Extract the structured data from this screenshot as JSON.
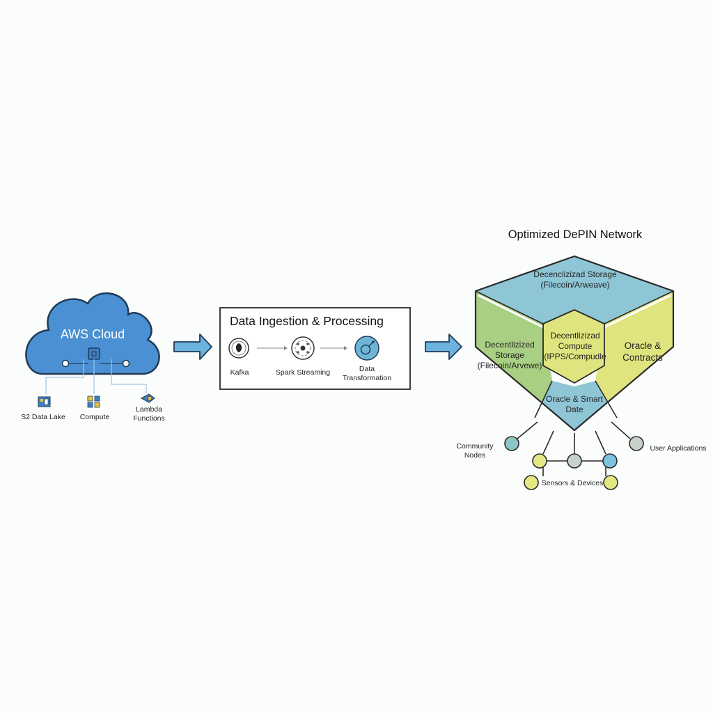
{
  "aws": {
    "title": "AWS Cloud",
    "services": [
      {
        "label": "S2 Data Lake",
        "icon": "storage-icon"
      },
      {
        "label": "Compute",
        "icon": "compute-grid-icon"
      },
      {
        "label": "Lambda\nFunctions",
        "icon": "lambda-icon"
      }
    ]
  },
  "ingestion": {
    "title": "Data Ingestion & Processing",
    "steps": [
      {
        "label": "Kafka",
        "icon": "kafka-icon"
      },
      {
        "label": "Spark Streaming",
        "icon": "spark-icon"
      },
      {
        "label": "Data\nTransformation",
        "icon": "transformation-icon"
      }
    ]
  },
  "network": {
    "title": "Optimized DePIN Network",
    "segments": {
      "top": "Decenclizizad Storage\n(Filecoin/Arweave)",
      "left": "Decentlizized\nStorage\n(Filecoin/Arvewe)",
      "center": "Decentlizizad\nCompute\n(IPPS/Compudle",
      "right": "Oracle &\nContracts",
      "bottom": "Oracle & Smart\nDate"
    },
    "node_labels": {
      "community": "Community\nNodes",
      "user_apps": "User Applications",
      "sensors": "Sensors & Devices"
    }
  },
  "colors": {
    "cloud_fill": "#4a90d2",
    "arrow_fill": "#6bb3de",
    "hex_blue": "#8ec6d6",
    "hex_green": "#a9cf83",
    "hex_yellow": "#dfe47f",
    "node_teal": "#8ec6c6",
    "node_yellow": "#e3e882",
    "node_gray": "#c9d1cb",
    "node_blue": "#7fc2db"
  }
}
